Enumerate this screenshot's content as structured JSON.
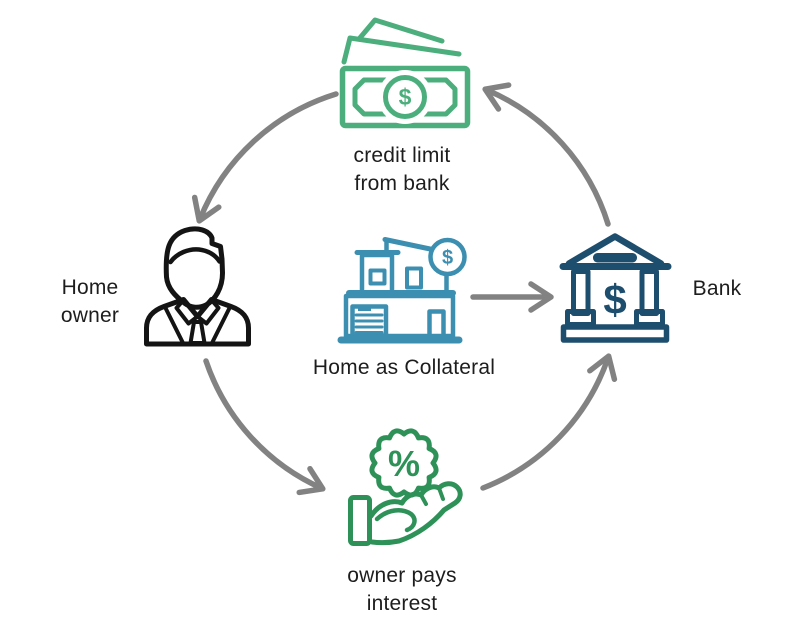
{
  "diagram": {
    "background": "#ffffff",
    "nodes": {
      "credit_limit": {
        "icon": "banknotes-icon",
        "line1": "credit limit",
        "line2": "from bank"
      },
      "home_owner": {
        "icon": "person-icon",
        "line1": "Home",
        "line2": "owner"
      },
      "collateral": {
        "icon": "house-dollar-icon",
        "label": "Home as Collateral"
      },
      "bank": {
        "icon": "bank-icon",
        "label": "Bank"
      },
      "interest": {
        "icon": "hand-percent-icon",
        "line1": "owner pays",
        "line2": "interest"
      }
    },
    "symbols": {
      "dollar": "$",
      "percent": "%"
    },
    "colors": {
      "money_green": "#4bae7c",
      "interest_green": "#2e9158",
      "house_teal": "#3c8fb0",
      "bank_navy": "#1d4e6e",
      "person_black": "#141414",
      "arrow_gray": "#828282",
      "text_dark": "#1d1d1d"
    }
  }
}
